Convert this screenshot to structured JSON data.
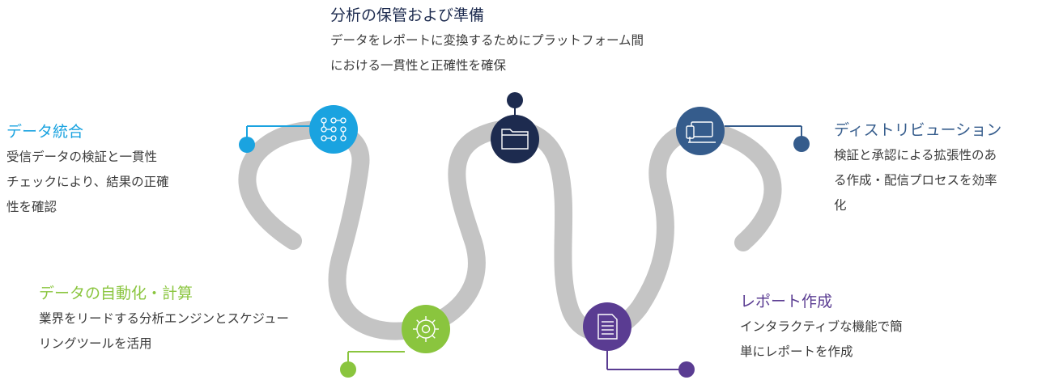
{
  "colors": {
    "path": "#c4c4c4",
    "data_integration": "#1aa3e0",
    "automation": "#8ac53e",
    "storage": "#1d2b4f",
    "reporting": "#5a3c92",
    "distribution": "#355c8c",
    "text": "#3a3a3a"
  },
  "steps": {
    "data_integration": {
      "title": "データ統合",
      "lines": [
        "受信データの検証と一貫性",
        "チェックにより、結果の正確",
        "性を確認"
      ],
      "icon": "workflow-nodes-icon"
    },
    "automation": {
      "title": "データの自動化・計算",
      "lines": [
        "業界をリードする分析エンジンとスケジュー",
        "リングツールを活用"
      ],
      "icon": "gear-icon"
    },
    "storage": {
      "title": "分析の保管および準備",
      "lines": [
        "データをレポートに変換するためにプラットフォーム間",
        "における一貫性と正確性を確保"
      ],
      "icon": "folder-icon"
    },
    "reporting": {
      "title": "レポート作成",
      "lines": [
        "インタラクティブな機能で簡",
        "単にレポートを作成"
      ],
      "icon": "document-icon"
    },
    "distribution": {
      "title": "ディストリビューション",
      "lines": [
        "検証と承認による拡張性のあ",
        "る作成・配信プロセスを効率",
        "化"
      ],
      "icon": "devices-icon"
    }
  }
}
